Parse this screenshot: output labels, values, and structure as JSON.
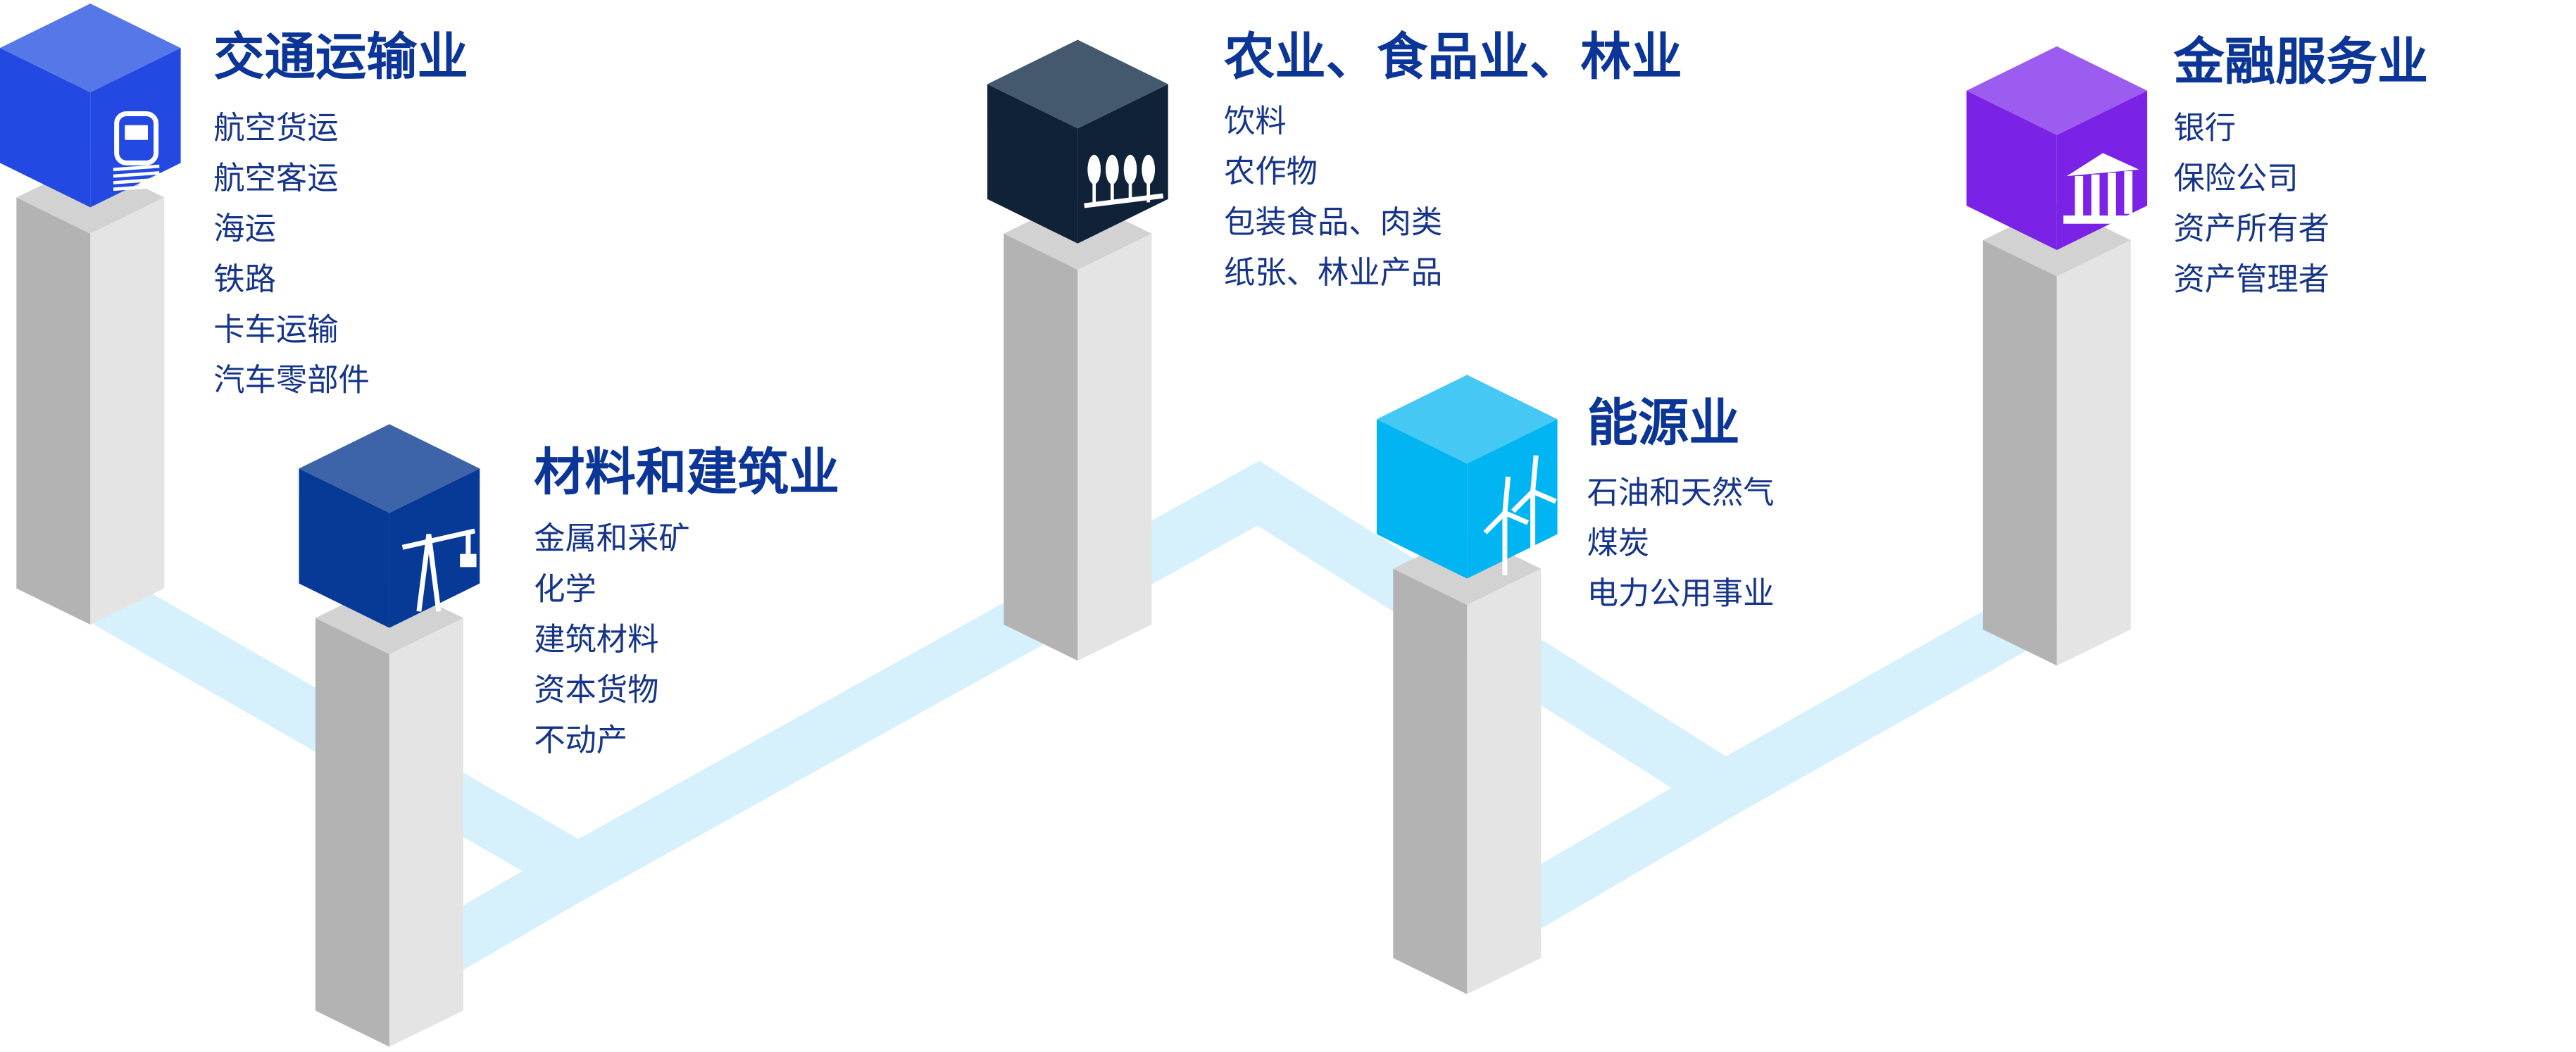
{
  "sectors": [
    {
      "title": "交通运输业",
      "icon": "train-icon",
      "color_top": "#5577e8",
      "color_side": "#2349e2",
      "items": [
        "航空货运",
        "航空客运",
        "海运",
        "铁路",
        "卡车运输",
        "汽车零部件"
      ]
    },
    {
      "title": "材料和建筑业",
      "icon": "crane-icon",
      "color_top": "#3d63a8",
      "color_side": "#063a96",
      "items": [
        "金属和采矿",
        "化学",
        "建筑材料",
        "资本货物",
        "不动产"
      ]
    },
    {
      "title": "农业、食品业、林业",
      "icon": "wheat-icon",
      "color_top": "#44596d",
      "color_side": "#0f2238",
      "items": [
        "饮料",
        "农作物",
        "包装食品、肉类",
        "纸张、林业产品"
      ]
    },
    {
      "title": "能源业",
      "icon": "wind-turbine-icon",
      "color_top": "#46c8f5",
      "color_side": "#00b5f1",
      "items": [
        "石油和天然气",
        "煤炭",
        "电力公用事业"
      ]
    },
    {
      "title": "金融服务业",
      "icon": "bank-icon",
      "color_top": "#9c5cf0",
      "color_side": "#7a22e6",
      "items": [
        "银行",
        "保险公司",
        "资产所有者",
        "资产管理者"
      ]
    }
  ],
  "path_color": "#d6f1fb"
}
